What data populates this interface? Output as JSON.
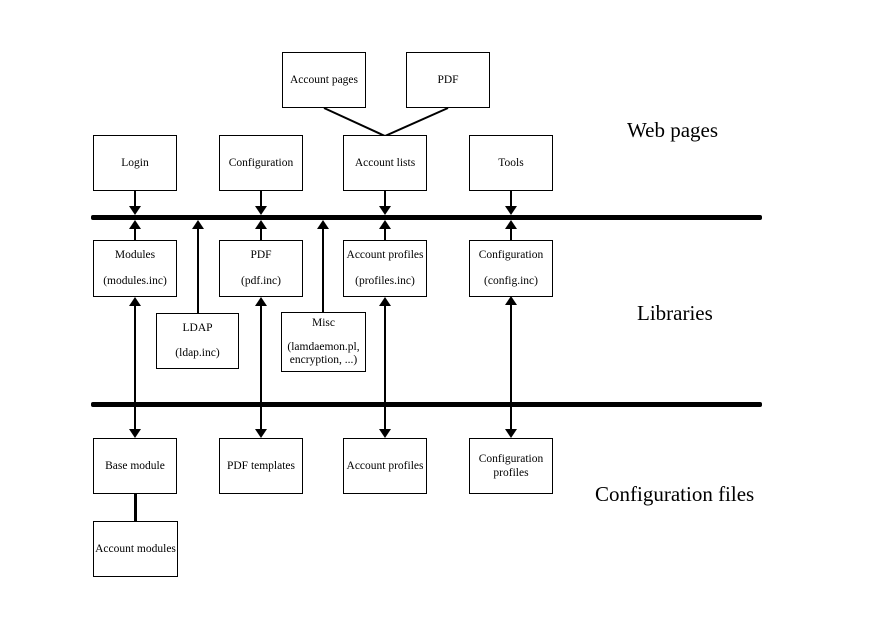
{
  "diagram": {
    "colors": {
      "background": "#ffffff",
      "line": "#000000",
      "box_border": "#000000"
    },
    "section_labels": {
      "web_pages": "Web pages",
      "libraries": "Libraries",
      "configuration_files": "Configuration files"
    },
    "nodes": {
      "account_pages": {
        "title": "Account pages"
      },
      "pdf_page": {
        "title": "PDF"
      },
      "login": {
        "title": "Login"
      },
      "configuration_page": {
        "title": "Configuration"
      },
      "account_lists": {
        "title": "Account lists"
      },
      "tools": {
        "title": "Tools"
      },
      "modules_lib": {
        "title": "Modules",
        "subtitle": "(modules.inc)"
      },
      "pdf_lib": {
        "title": "PDF",
        "subtitle": "(pdf.inc)"
      },
      "account_profiles_lib": {
        "title": "Account profiles",
        "subtitle": "(profiles.inc)"
      },
      "configuration_lib": {
        "title": "Configuration",
        "subtitle": "(config.inc)"
      },
      "ldap_lib": {
        "title": "LDAP",
        "subtitle": "(ldap.inc)"
      },
      "misc_lib": {
        "title": "Misc",
        "subtitle_line1": "(lamdaemon.pl,",
        "subtitle_line2": "encryption, ...)"
      },
      "base_module": {
        "title": "Base module"
      },
      "pdf_templates": {
        "title": "PDF templates"
      },
      "account_profiles_file": {
        "title": "Account profiles"
      },
      "configuration_profiles_file": {
        "title": "Configuration profiles"
      },
      "account_modules": {
        "title": "Account modules"
      }
    }
  }
}
